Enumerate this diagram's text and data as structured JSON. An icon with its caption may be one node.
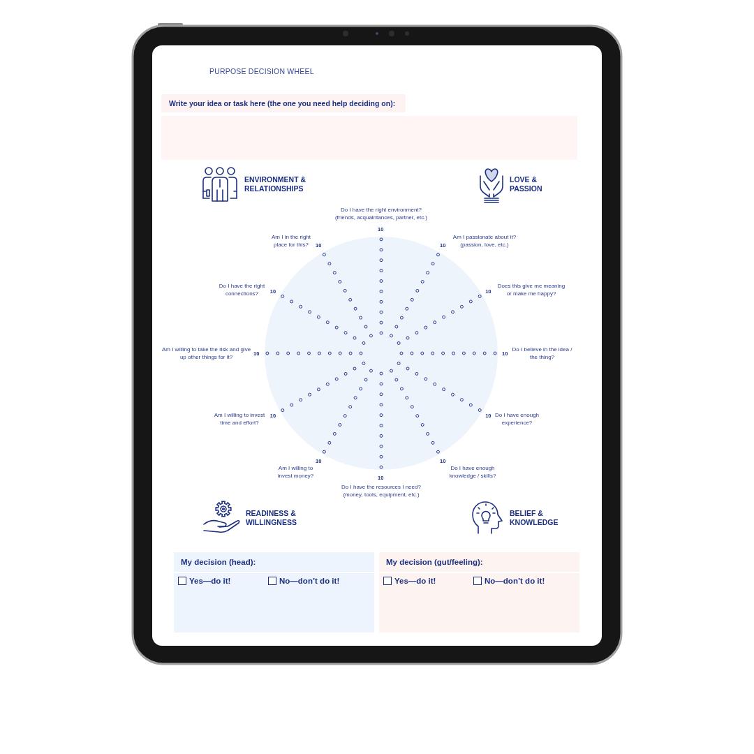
{
  "diagram": {
    "title": "PURPOSE DECISION WHEEL",
    "nodes": [
      {
        "text": [
          "Write your idea or task here (the one you need help deciding on):"
        ]
      },
      {
        "text": [
          "My decision (head):",
          "Yes—do it!",
          "No—don’t do it!"
        ]
      },
      {
        "text": [
          "My decision (gut/feeling):",
          "Yes—do it!",
          "No—don’t do it!"
        ]
      }
    ],
    "labels": [
      "ENVIRONMENT & RELATIONSHIPS",
      "LOVE & PASSION",
      "Do I have the right environment? (friends, acquaintances, partner, etc.)",
      "10",
      "Am I in the right place for this?",
      "10",
      "10",
      "Am I passionate about it? (passion, love, etc.)",
      "Do I have the right connections?",
      "10",
      "10",
      "Does this give me meaning or make me happy?",
      "Am I willing to take the risk and give up other things for it?",
      "10",
      "10",
      "Do I believe in the idea / the thing?",
      "Am I willing to invest time and effort?",
      "10",
      "10",
      "Do I have enough experience?",
      "10",
      "Am I willing to invest money?",
      "10",
      "10",
      "Do I have enough knowledge / skills?",
      "Do I have the resources I need? (money, tools, equipment, etc.)",
      "READINESS & WILLINGNESS",
      "BELIEF & KNOWLEDGE"
    ]
  }
}
